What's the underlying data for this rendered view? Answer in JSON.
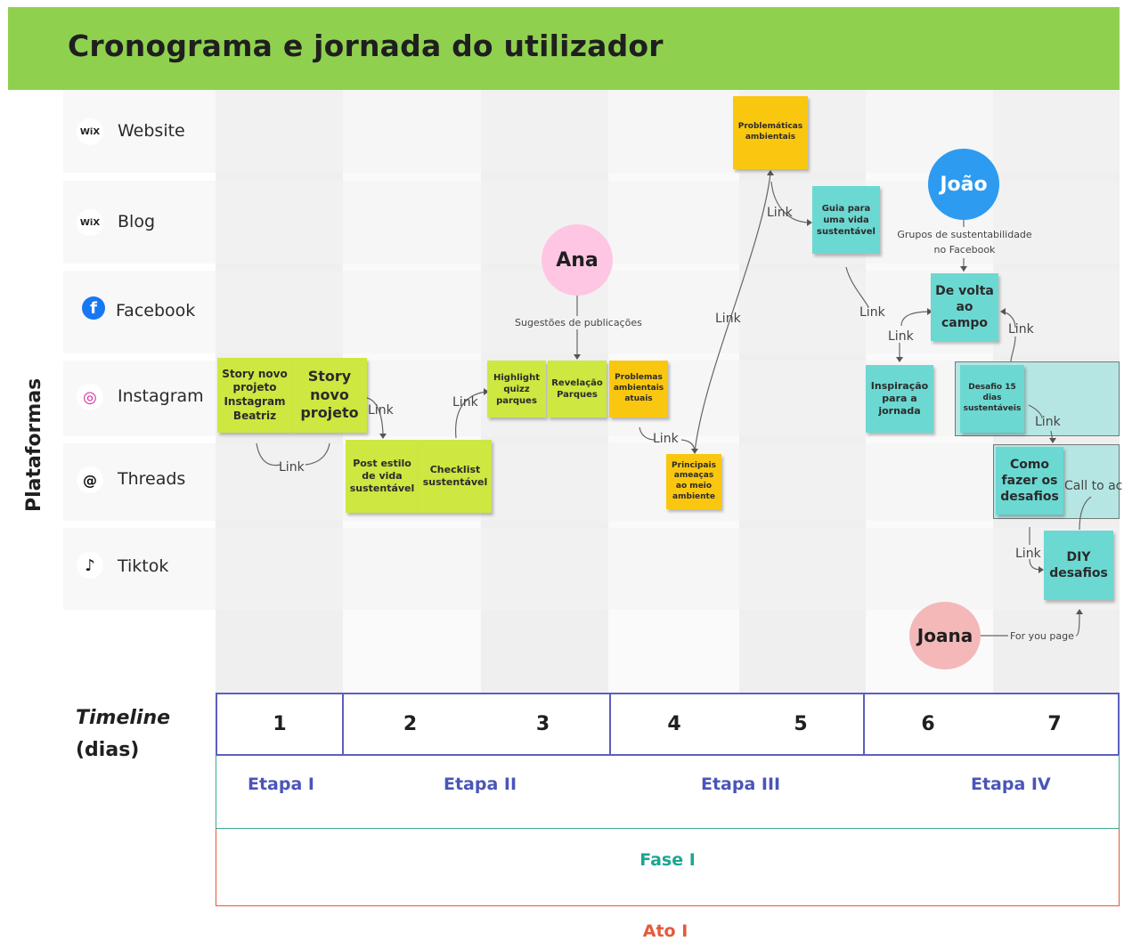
{
  "title": "Cronograma e jornada do utilizador",
  "axis_label": "Plataformas",
  "platforms": [
    {
      "label": "Website",
      "icon": "wix-icon",
      "icon_text": "WiX"
    },
    {
      "label": "Blog",
      "icon": "wix-icon",
      "icon_text": "WiX"
    },
    {
      "label": "Facebook",
      "icon": "facebook-icon",
      "icon_text": "f"
    },
    {
      "label": "Instagram",
      "icon": "instagram-icon",
      "icon_text": "◎"
    },
    {
      "label": "Threads",
      "icon": "threads-icon",
      "icon_text": "@"
    },
    {
      "label": "Tiktok",
      "icon": "tiktok-icon",
      "icon_text": "♪"
    }
  ],
  "personas": {
    "ana": "Ana",
    "joao": "João",
    "joana": "Joana"
  },
  "notes": {
    "story_beatriz": "Story novo projeto Instagram Beatriz",
    "story_novo": "Story novo projeto",
    "post_estilo": "Post estilo de vida sustentável",
    "checklist": "Checklist sustentável",
    "highlight": "Highlight quizz parques",
    "revelacao": "Revelação Parques",
    "problemas": "Problemas ambientais atuais",
    "principais": "Principais ameaças ao meio ambiente",
    "problematicas": "Problemáticas ambientais",
    "guia": "Guia para uma vida sustentável",
    "de_volta": "De volta ao campo",
    "inspiracao": "Inspiração para a jornada",
    "desafio15": "Desafio 15 dias sustentáveis",
    "como_fazer": "Como fazer os desafios",
    "diy": "DIY desafios"
  },
  "annotations": {
    "sugestoes": "Sugestões de publicações",
    "grupos": "Grupos de sustentabilidade no Facebook",
    "for_you": "For you page",
    "call_to": "Call to ac",
    "link": "Link"
  },
  "timeline": {
    "label_italic": "Timeline",
    "label_units": "(dias)",
    "days": [
      "1",
      "2",
      "3",
      "4",
      "5",
      "6",
      "7"
    ],
    "etapas": [
      "Etapa I",
      "Etapa II",
      "Etapa III",
      "Etapa IV"
    ],
    "fase": "Fase I",
    "ato": "Ato I"
  },
  "colors": {
    "header": "#8fd14f",
    "sticky_green": "#cee741",
    "sticky_yellow": "#fac710",
    "sticky_teal": "#6cd8d2",
    "persona_ana": "#ffc6e3",
    "persona_joao": "#2d9bf0",
    "persona_joana": "#f4b8b8",
    "timeline_border": "#5b5fbd",
    "etapa_border": "#3aa98e",
    "fase_text": "#1aa692",
    "ato_text": "#e35a3b"
  }
}
